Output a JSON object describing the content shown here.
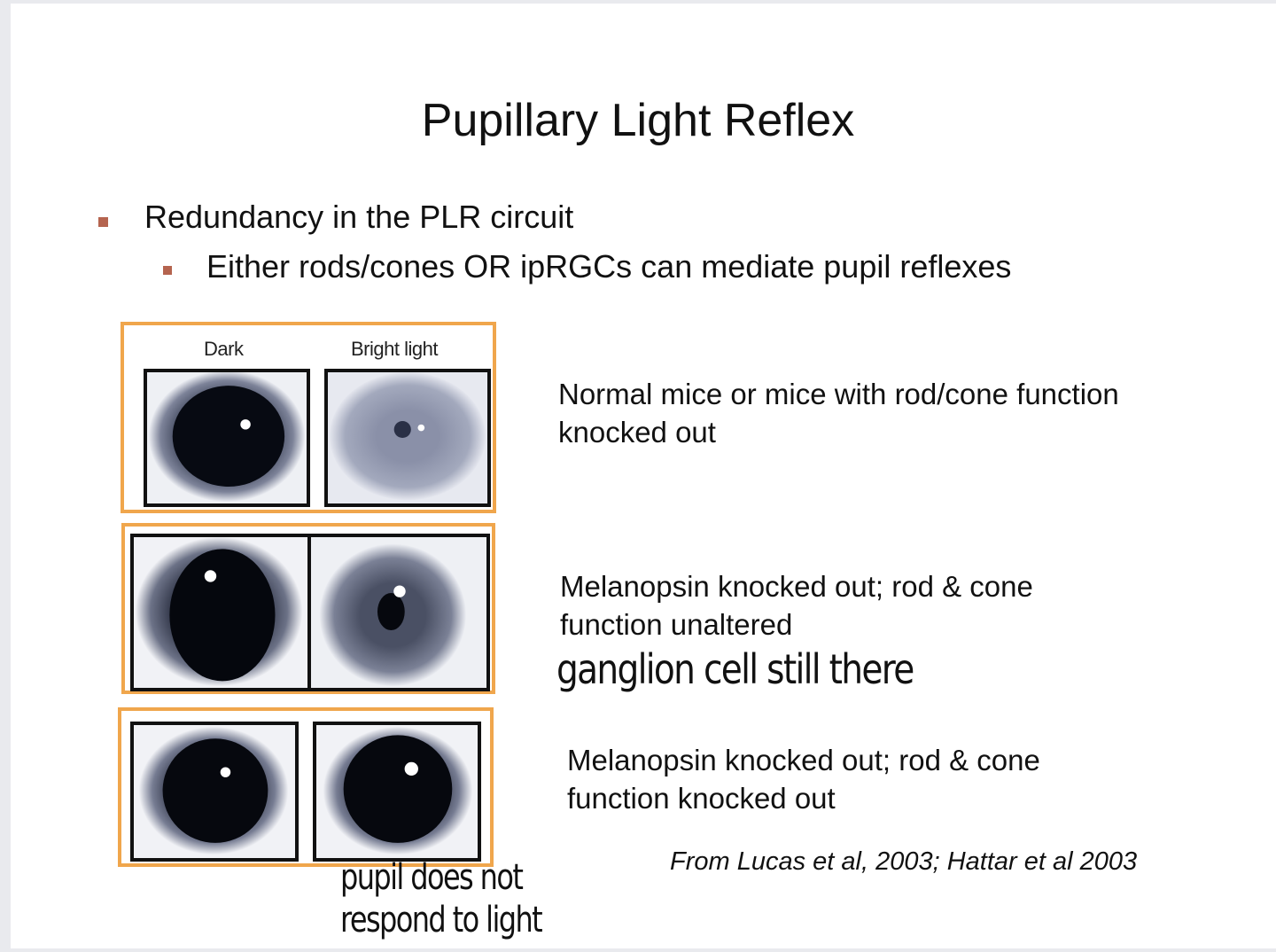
{
  "slide": {
    "title": "Pupillary Light Reflex",
    "bullets": [
      {
        "level": 1,
        "text": "Redundancy in the PLR circuit"
      },
      {
        "level": 2,
        "text": "Either rods/cones OR ipRGCs can mediate pupil reflexes"
      }
    ],
    "figure": {
      "column_labels": [
        "Dark",
        "Bright light"
      ],
      "panel_border_color": "#f0a64c",
      "rows": [
        {
          "description": "Normal mice or mice with rod/cone function knocked out"
        },
        {
          "description": "Melanopsin knocked out; rod & cone function unaltered"
        },
        {
          "description": "Melanopsin knocked out; rod & cone function knocked out"
        }
      ]
    },
    "citation": "From Lucas et al, 2003; Hattar et al 2003",
    "annotations": [
      "ganglion cell still there",
      "pupil does not respond to light"
    ],
    "bullet_color": "#b5644f"
  }
}
